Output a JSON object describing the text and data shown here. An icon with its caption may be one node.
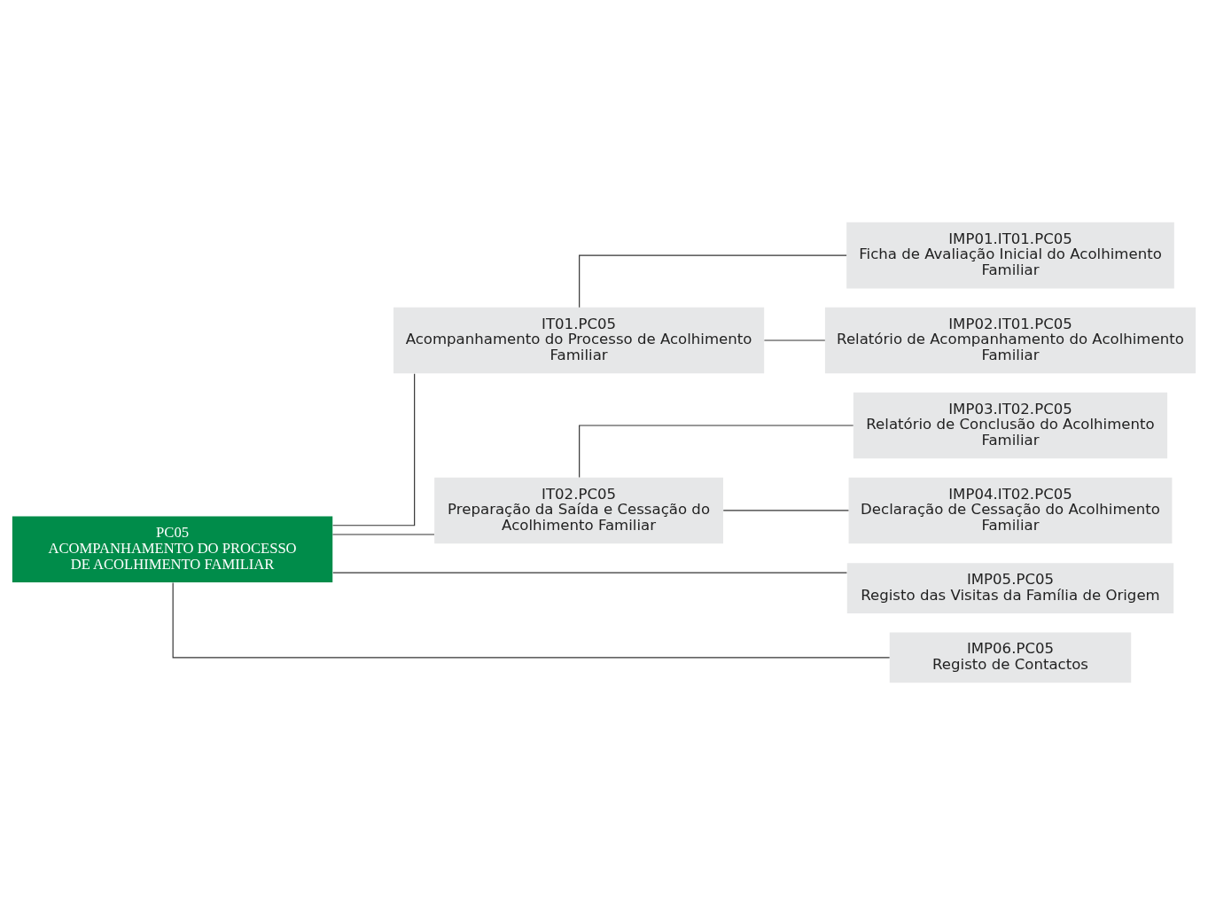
{
  "diagram": {
    "nodes": [
      {
        "text": [
          "PC05",
          "ACOMPANHAMENTO DO PROCESSO DE ACOLHIMENTO FAMILIAR"
        ]
      },
      {
        "text": [
          "IT01.PC05",
          "Acompanhamento do Processo de Acolhimento Familiar"
        ]
      },
      {
        "text": [
          "IMP01.IT01.PC05",
          "Ficha de Avaliação Inicial do Acolhimento Familiar"
        ]
      },
      {
        "text": [
          "IMP02.IT01.PC05",
          "Relatório de Acompanhamento do Acolhimento Familiar"
        ]
      },
      {
        "text": [
          "IT02.PC05",
          "Preparação da Saída e Cessação do Acolhimento Familiar"
        ]
      },
      {
        "text": [
          "IMP03.IT02.PC05",
          "Relatório de Conclusão do Acolhimento Familiar"
        ]
      },
      {
        "text": [
          "IMP04.IT02.PC05",
          "Declaração de Cessação do Acolhimento Familiar"
        ]
      },
      {
        "text": [
          "IMP05.PC05",
          "Registo das Visitas da Família de Origem"
        ]
      },
      {
        "text": [
          "IMP06.PC05",
          "Registo de Contactos"
        ]
      }
    ],
    "edges": [
      {
        "from": 0,
        "to": 1,
        "arrow": "none"
      },
      {
        "from": 0,
        "to": 4,
        "arrow": "none"
      },
      {
        "from": 0,
        "to": 7,
        "arrow": "none"
      },
      {
        "from": 0,
        "to": 8,
        "arrow": "none"
      },
      {
        "from": 1,
        "to": 2,
        "arrow": "none"
      },
      {
        "from": 1,
        "to": 3,
        "arrow": "none"
      },
      {
        "from": 4,
        "to": 5,
        "arrow": "none"
      },
      {
        "from": 4,
        "to": 6,
        "arrow": "none"
      }
    ]
  }
}
